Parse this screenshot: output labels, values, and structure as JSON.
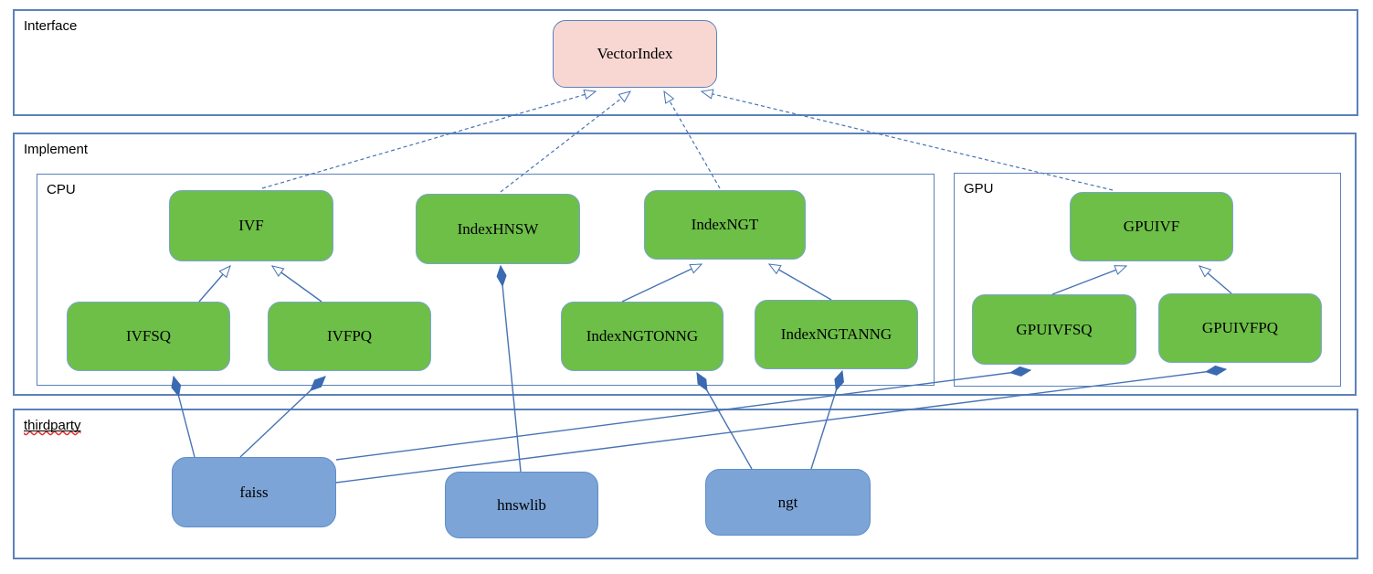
{
  "colors": {
    "line": "#4673b4",
    "container_border": "#5b82ba",
    "class_fill": "#6dbf47",
    "class_border": "#7aa3d4",
    "interface_fill": "#f8d7d3",
    "interface_border": "#5b82ba",
    "library_fill": "#7ca4d7",
    "library_border": "#5e8ec9",
    "diamond_fill": "#3a6ab2",
    "spellcheck_underline": "#e03030"
  },
  "containers": {
    "interface": {
      "label": "Interface"
    },
    "implement": {
      "label": "Implement"
    },
    "cpu": {
      "label": "CPU"
    },
    "gpu": {
      "label": "GPU"
    },
    "thirdparty": {
      "label": "thirdparty"
    }
  },
  "nodes": {
    "vectorindex": {
      "label": "VectorIndex",
      "type": "interface"
    },
    "ivf": {
      "label": "IVF",
      "type": "class"
    },
    "indexhnsw": {
      "label": "IndexHNSW",
      "type": "class"
    },
    "indexngt": {
      "label": "IndexNGT",
      "type": "class"
    },
    "gpuivf": {
      "label": "GPUIVF",
      "type": "class"
    },
    "ivfsq": {
      "label": "IVFSQ",
      "type": "class"
    },
    "ivfpq": {
      "label": "IVFPQ",
      "type": "class"
    },
    "indexngtonng": {
      "label": "IndexNGTONNG",
      "type": "class"
    },
    "indexngtanng": {
      "label": "IndexNGTANNG",
      "type": "class"
    },
    "gpuivfsq": {
      "label": "GPUIVFSQ",
      "type": "class"
    },
    "gpuivfpq": {
      "label": "GPUIVFPQ",
      "type": "class"
    },
    "faiss": {
      "label": "faiss",
      "type": "library"
    },
    "hnswlib": {
      "label": "hnswlib",
      "type": "library"
    },
    "ngt": {
      "label": "ngt",
      "type": "library"
    }
  },
  "edges": [
    {
      "from": "ivf",
      "to": "vectorindex",
      "type": "realization-dashed-hollow-arrow"
    },
    {
      "from": "indexhnsw",
      "to": "vectorindex",
      "type": "realization-dashed-hollow-arrow"
    },
    {
      "from": "indexngt",
      "to": "vectorindex",
      "type": "realization-dashed-hollow-arrow"
    },
    {
      "from": "gpuivf",
      "to": "vectorindex",
      "type": "realization-dashed-hollow-arrow"
    },
    {
      "from": "ivfsq",
      "to": "ivf",
      "type": "generalization-hollow-arrow"
    },
    {
      "from": "ivfpq",
      "to": "ivf",
      "type": "generalization-hollow-arrow"
    },
    {
      "from": "indexngtonng",
      "to": "indexngt",
      "type": "generalization-hollow-arrow"
    },
    {
      "from": "indexngtanng",
      "to": "indexngt",
      "type": "generalization-hollow-arrow"
    },
    {
      "from": "gpuivfsq",
      "to": "gpuivf",
      "type": "generalization-hollow-arrow"
    },
    {
      "from": "gpuivfpq",
      "to": "gpuivf",
      "type": "generalization-hollow-arrow"
    },
    {
      "from": "faiss",
      "to": "ivfsq",
      "type": "composition-diamond"
    },
    {
      "from": "faiss",
      "to": "ivfpq",
      "type": "composition-diamond"
    },
    {
      "from": "faiss",
      "to": "gpuivfsq",
      "type": "composition-diamond"
    },
    {
      "from": "faiss",
      "to": "gpuivfpq",
      "type": "composition-diamond"
    },
    {
      "from": "hnswlib",
      "to": "indexhnsw",
      "type": "composition-diamond"
    },
    {
      "from": "ngt",
      "to": "indexngtonng",
      "type": "composition-diamond"
    },
    {
      "from": "ngt",
      "to": "indexngtanng",
      "type": "composition-diamond"
    }
  ]
}
